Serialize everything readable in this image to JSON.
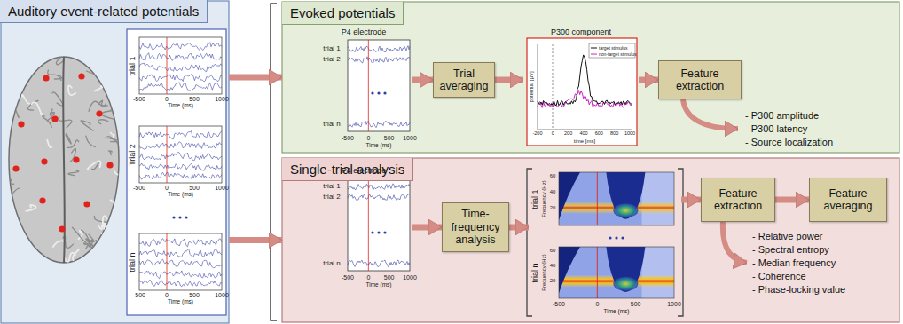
{
  "diagram": {
    "nodes": [
      {
        "text": [
          "Auditory event-related potentials"
        ]
      },
      {
        "text": [
          "Evoked potentials"
        ]
      },
      {
        "text": [
          "P4 electrode"
        ],
        "in": 1
      },
      {
        "text": [
          "Trial averaging"
        ],
        "in": 1
      },
      {
        "text": [
          "P300 component"
        ],
        "in": 1
      },
      {
        "text": [
          "Feature extraction"
        ],
        "in": 1
      },
      {
        "text": [
          "Single-trial analysis"
        ]
      },
      {
        "text": [
          "P4 electrode"
        ],
        "in": 6
      },
      {
        "text": [
          "Time-frequency analysis"
        ],
        "in": 6
      },
      {
        "text": [
          "trial 1",
          "trial n"
        ],
        "in": 6
      },
      {
        "text": [
          "Feature extraction"
        ],
        "in": 6
      },
      {
        "text": [
          "Feature averaging"
        ],
        "in": 6
      }
    ],
    "edges": [
      {
        "from": 0,
        "to": 1,
        "arrow": "to"
      },
      {
        "from": 0,
        "to": 6,
        "arrow": "to"
      },
      {
        "from": 2,
        "to": 3,
        "arrow": "to"
      },
      {
        "from": 3,
        "to": 4,
        "arrow": "to"
      },
      {
        "from": 4,
        "to": 5,
        "arrow": "to"
      },
      {
        "from": 7,
        "to": 8,
        "arrow": "to"
      },
      {
        "from": 8,
        "to": 9,
        "arrow": "to"
      },
      {
        "from": 9,
        "to": 10,
        "arrow": "to"
      },
      {
        "from": 10,
        "to": 11,
        "arrow": "to"
      }
    ],
    "labels": [
      "trial 1",
      "-500",
      "0",
      "500",
      "1000",
      "Time (ms)",
      "Trial 2",
      "-500",
      "0",
      "500",
      "1000",
      "Time (ms)",
      "trial n",
      "-500",
      "0",
      "500",
      "1000",
      "Time (ms)",
      "trial 1",
      "trial 2",
      "trial n",
      "-500",
      "0",
      "500",
      "1000",
      "Time (ms)",
      "potential [µV]",
      "-200",
      "0",
      "200",
      "400",
      "600",
      "800",
      "1000",
      "time [ms]",
      "- P300 amplitude",
      "- P300 latency",
      "- Source localization",
      "trial 1",
      "trial 2",
      "trial n",
      "-500",
      "0",
      "500",
      "1000",
      "Time (ms)",
      "Frequency (Hz)",
      "60",
      "40",
      "20",
      "Frequency (Hz)",
      "60",
      "40",
      "20",
      "-500",
      "0",
      "500",
      "1000",
      "Time (ms)",
      "- Relative power",
      "- Spectral entropy",
      "- Median frequency",
      "- Coherence",
      "- Phase-locking value"
    ],
    "legend": [
      {
        "text": "target stimulus"
      },
      {
        "text": "non-target stimulus"
      }
    ]
  }
}
